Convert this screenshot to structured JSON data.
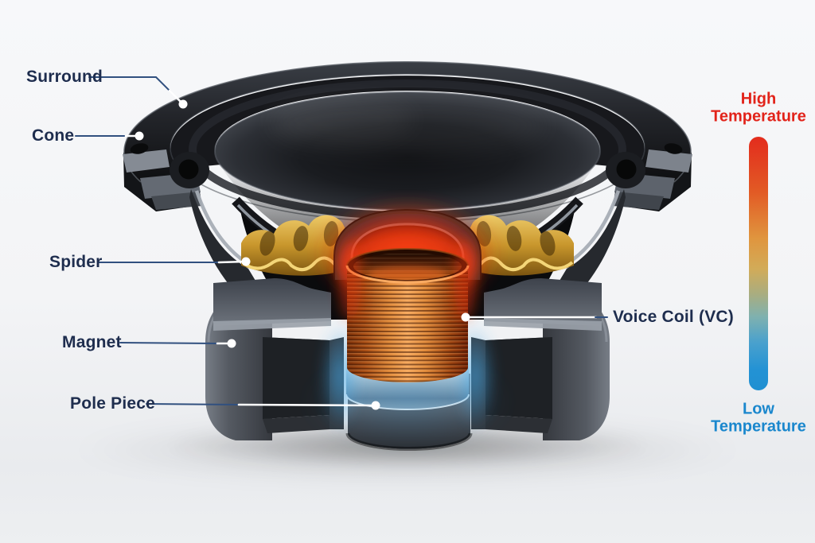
{
  "figure": {
    "kind": "speaker-driver-cutaway-temperature-diagram"
  },
  "labels": {
    "surround": "Surround",
    "cone": "Cone",
    "spider": "Spider",
    "magnet": "Magnet",
    "pole_piece": "Pole Piece",
    "voice_coil": "Voice Coil (VC)"
  },
  "legend": {
    "high_label": "High Temperature",
    "low_label": "Low Temperature",
    "high_color": "#e2231a",
    "low_color": "#1a87cd",
    "bar_gradient": [
      "#e32c1d 0%",
      "#e25b25 22%",
      "#e0953e 40%",
      "#d2ab58 52%",
      "#a9ad80 62%",
      "#7fb1af 71%",
      "#4aa1cd 81%",
      "#2392d4 92%",
      "#2090d2 100%"
    ]
  },
  "colors": {
    "label_navy": "#1e2d4e",
    "line_navy": "#31507f",
    "background_top": "#f7f8fa",
    "background_bottom": "#e9ebee",
    "glow_hot": "#ff3a12",
    "glow_cool": "#41a8e8",
    "coil_copper": "#e08a3a",
    "spider_gold": "#c8962c"
  }
}
